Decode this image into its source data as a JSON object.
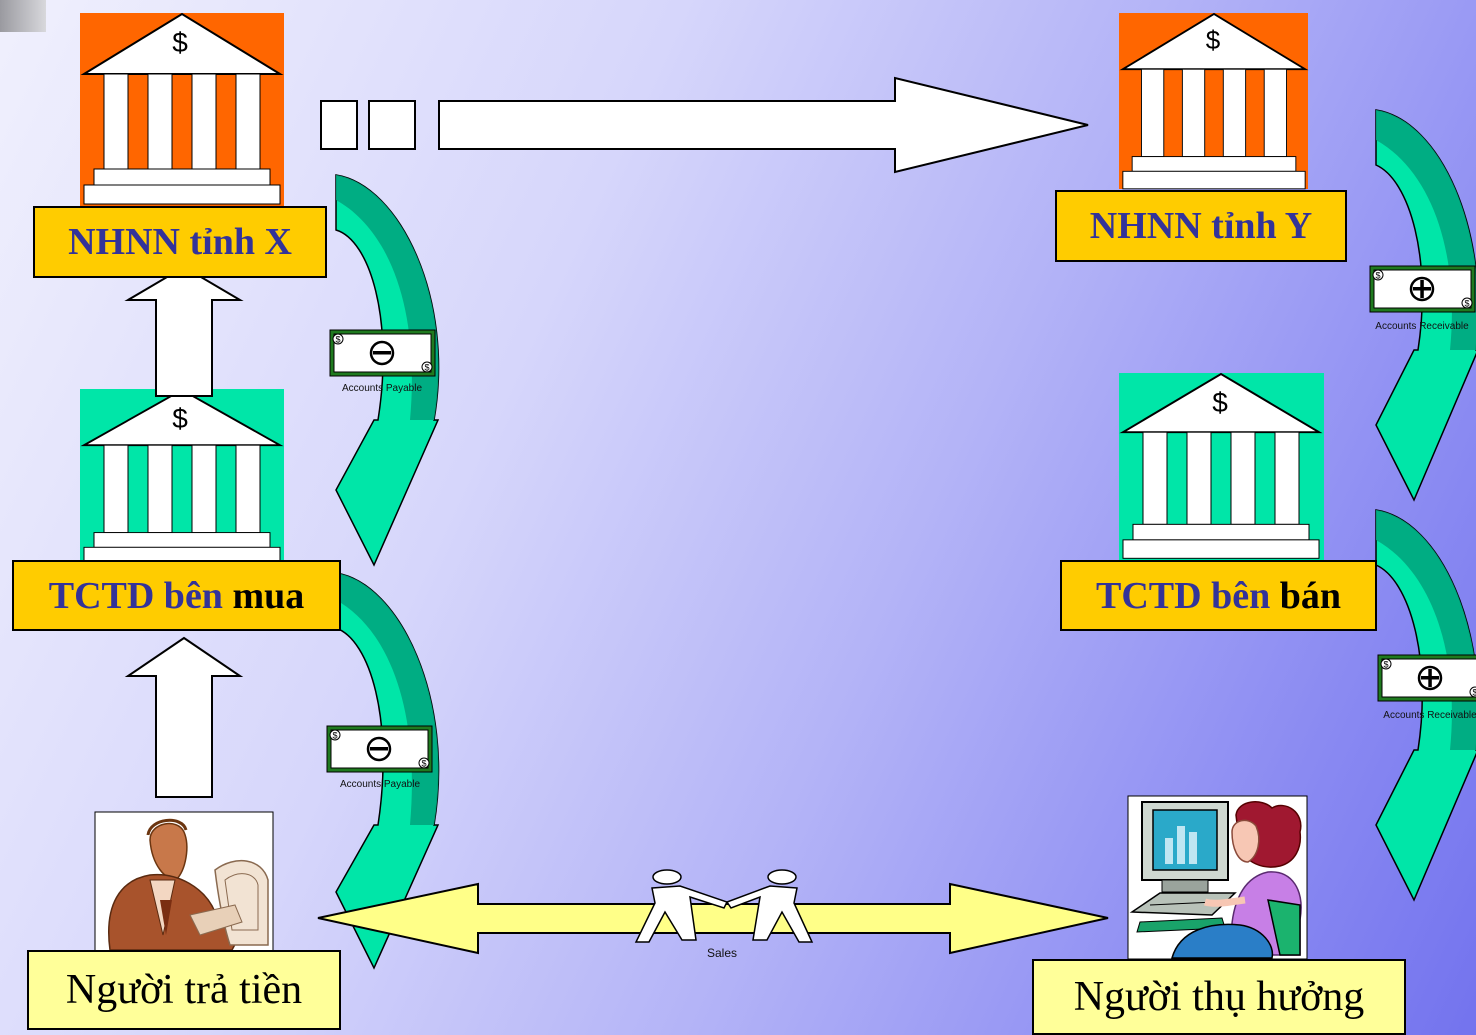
{
  "nodes": {
    "central_bank_x": "NHNN tỉnh X",
    "central_bank_y": "NHNN tỉnh Y",
    "buyer_bank_prefix": "TCTD bên ",
    "buyer_bank_bold": "mua",
    "seller_bank_prefix": "TCTD bên ",
    "seller_bank_bold": "bán",
    "payer": "Người trả tiền",
    "payee": "Người thụ hưởng"
  },
  "bank_symbol": "$",
  "money_notes": {
    "payable": "Accounts Payable",
    "receivable": "Accounts Receivable"
  },
  "sales_label": "Sales",
  "icons": [
    "bank-building-icon",
    "minus-money-icon",
    "plus-money-icon",
    "handshake-icon",
    "businessman-clipart-icon",
    "woman-at-computer-clipart-icon"
  ],
  "colors": {
    "central_bank": "#ff6600",
    "commercial_bank": "#00e6a8",
    "label_gold": "#ffcc00",
    "label_text": "#333399",
    "person_box": "#ffff99",
    "curved_arrow_dark": "#00a67e",
    "curved_arrow_light": "#00e6a8",
    "sales_arrow": "#ffff88"
  }
}
